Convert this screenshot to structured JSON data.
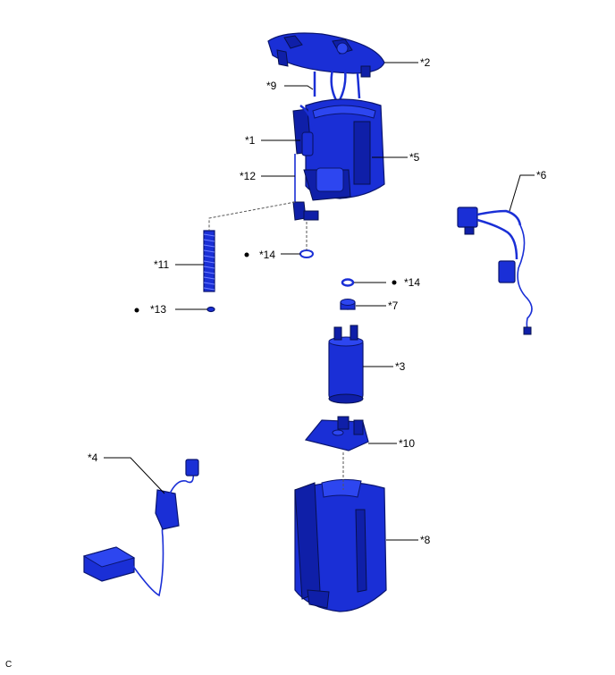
{
  "callouts": {
    "c1": "*1",
    "c2": "*2",
    "c3": "*3",
    "c4": "*4",
    "c5": "*5",
    "c6": "*6",
    "c7": "*7",
    "c8": "*8",
    "c9": "*9",
    "c10": "*10",
    "c11": "*11",
    "c12": "*12",
    "c13": "*13",
    "c14a": "*14",
    "c14b": "*14"
  },
  "footer_code": "C",
  "colors": {
    "part_fill": "#1a2fd6",
    "part_outline": "#0a1570",
    "background": "#ffffff"
  }
}
